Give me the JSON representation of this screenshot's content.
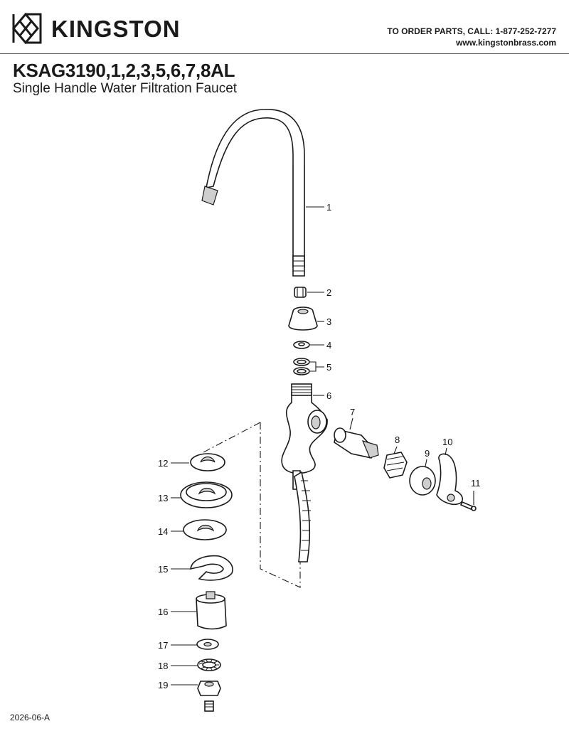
{
  "header": {
    "brand": "KINGSTON",
    "order_line": "TO ORDER PARTS, CALL: 1-877-252-7277",
    "website": "www.kingstonbrass.com"
  },
  "title": {
    "model": "KSAG3190,1,2,3,5,6,7,8AL",
    "subtitle": "Single Handle Water Filtration Faucet"
  },
  "footer": {
    "code": "2026-06-A"
  },
  "callouts": [
    "1",
    "2",
    "3",
    "4",
    "5",
    "6",
    "7",
    "8",
    "9",
    "10",
    "11",
    "12",
    "13",
    "14",
    "15",
    "16",
    "17",
    "18",
    "19"
  ],
  "icons": {
    "logo": "kingston-k-logo-icon"
  }
}
